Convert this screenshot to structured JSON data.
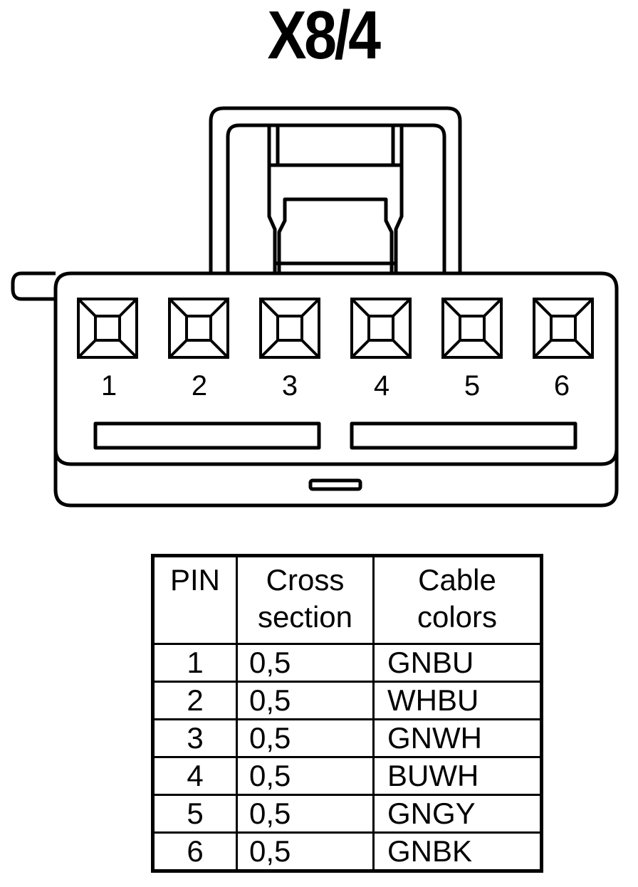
{
  "title": "X8/4",
  "connector": {
    "pins": [
      "1",
      "2",
      "3",
      "4",
      "5",
      "6"
    ]
  },
  "table": {
    "headers": {
      "pin": "PIN",
      "cross_section": "Cross section",
      "cable_colors": "Cable colors"
    },
    "rows": [
      {
        "pin": "1",
        "cross_section": "0,5",
        "color": "GNBU"
      },
      {
        "pin": "2",
        "cross_section": "0,5",
        "color": "WHBU"
      },
      {
        "pin": "3",
        "cross_section": "0,5",
        "color": "GNWH"
      },
      {
        "pin": "4",
        "cross_section": "0,5",
        "color": "BUWH"
      },
      {
        "pin": "5",
        "cross_section": "0,5",
        "color": "GNGY"
      },
      {
        "pin": "6",
        "cross_section": "0,5",
        "color": "GNBK"
      }
    ]
  },
  "colors": {
    "line": "#000000",
    "background": "#ffffff"
  }
}
